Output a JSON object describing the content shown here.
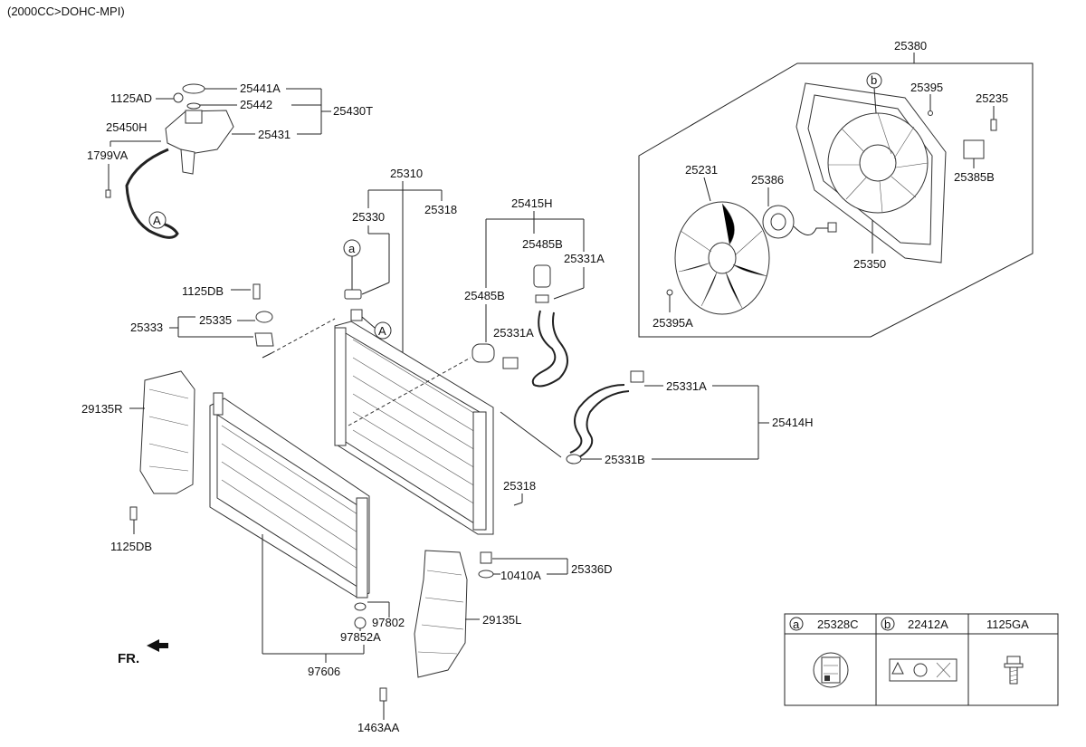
{
  "engine_spec": "(2000CC>DOHC-MPI)",
  "part_labels": [
    "25380",
    "25395",
    "25235",
    "25385B",
    "25231",
    "25386",
    "25350",
    "25395A",
    "25441A",
    "1125AD",
    "25442",
    "25430T",
    "25431",
    "25450H",
    "1799VA",
    "25310",
    "25330",
    "25318",
    "25415H",
    "25485B",
    "25331A",
    "25485B",
    "25331A",
    "1125DB",
    "25333",
    "25335",
    "29135R",
    "1125DB",
    "25331A",
    "25414H",
    "25331B",
    "25318",
    "10410A",
    "25336D",
    "29135L",
    "97802",
    "97852A",
    "97606",
    "1463AA"
  ],
  "callout_letters": {
    "a": "a",
    "b": "b",
    "A": "A"
  },
  "front_marker": "FR.",
  "legend": {
    "a_letter": "a",
    "a_part": "25328C",
    "b_letter": "b",
    "b_part": "22412A",
    "c_part": "1125GA"
  }
}
